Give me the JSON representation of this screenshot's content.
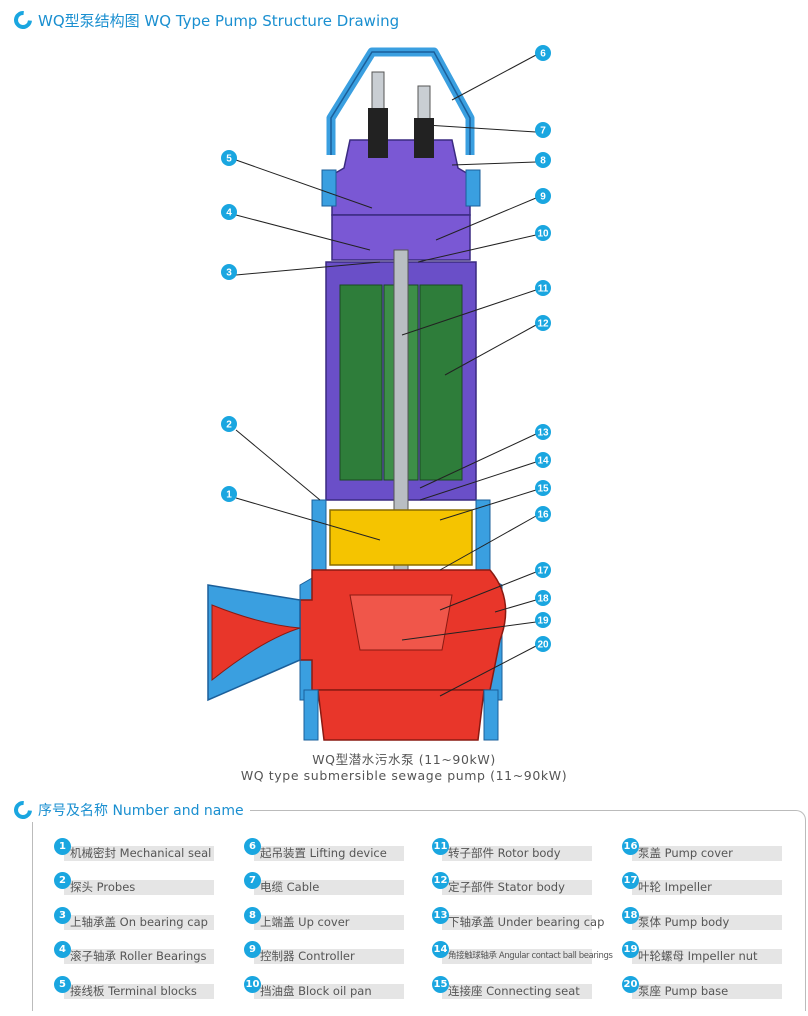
{
  "title": "WQ型泵结构图 WQ Type Pump Structure Drawing",
  "caption": {
    "line1": "WQ型潜水污水泵 (11~90kW)",
    "line2": "WQ type submersible sewage pump (11~90kW)"
  },
  "callouts": [
    "1",
    "2",
    "3",
    "4",
    "5",
    "6",
    "7",
    "8",
    "9",
    "10",
    "11",
    "12",
    "13",
    "14",
    "15",
    "16",
    "17",
    "18",
    "19",
    "20"
  ],
  "legend": {
    "title": "序号及名称 Number and name",
    "items": [
      {
        "num": "1",
        "label": "机械密封 Mechanical seal"
      },
      {
        "num": "2",
        "label": "探头 Probes"
      },
      {
        "num": "3",
        "label": "上轴承盖 On bearing cap"
      },
      {
        "num": "4",
        "label": "滚子轴承 Roller Bearings"
      },
      {
        "num": "5",
        "label": "接线板 Terminal blocks"
      },
      {
        "num": "6",
        "label": "起吊装置 Lifting device"
      },
      {
        "num": "7",
        "label": "电缆 Cable"
      },
      {
        "num": "8",
        "label": "上端盖 Up cover"
      },
      {
        "num": "9",
        "label": "控制器 Controller"
      },
      {
        "num": "10",
        "label": "挡油盘 Block oil pan"
      },
      {
        "num": "11",
        "label": "转子部件 Rotor body"
      },
      {
        "num": "12",
        "label": "定子部件 Stator body"
      },
      {
        "num": "13",
        "label": "下轴承盖 Under bearing cap"
      },
      {
        "num": "14",
        "label": "角接触球轴承 Angular contact ball bearings"
      },
      {
        "num": "15",
        "label": "连接座 Connecting seat"
      },
      {
        "num": "16",
        "label": "泵盖 Pump cover"
      },
      {
        "num": "17",
        "label": "叶轮 Impeller"
      },
      {
        "num": "18",
        "label": "泵体 Pump body"
      },
      {
        "num": "19",
        "label": "叶轮螺母 Impeller nut"
      },
      {
        "num": "20",
        "label": "泵座 Pump base"
      }
    ]
  },
  "colors": {
    "accent": "#1aa6e0",
    "motor_housing": "#6a4fc8",
    "stator": "#2e7d3a",
    "pump_body": "#e8362a",
    "seal_chamber": "#f5c400",
    "casing_blue": "#3a9fe0",
    "shaft": "#b9bec3"
  }
}
